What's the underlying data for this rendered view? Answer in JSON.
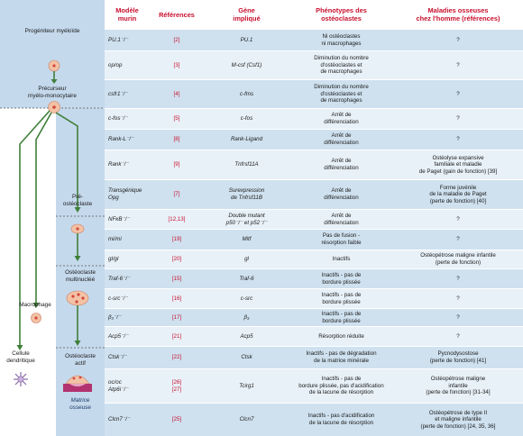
{
  "headers": {
    "model": "Modèle\nmurin",
    "refs": "Références",
    "gene": "Gène\nimpliqué",
    "phenotype": "Phénotypes des\nostéoclastes",
    "disease": "Maladies osseuses\nchez l'homme (références)"
  },
  "lineage": {
    "progenitor": "Progéniteur myéloïde",
    "precursor": "Précurseur\nmyélo-monocytaire",
    "pre_osteoclast": "Pré-\nostéoclaste",
    "multinuclear": "Ostéoclaste\nmultinucléé",
    "macrophage": "Macrophage",
    "dendritic": "Cellule\ndendritique",
    "active": "Ostéoclaste\nactif",
    "matrix": "Matrice\nosseuse"
  },
  "rows": [
    {
      "model": "PU.1⁻/⁻",
      "refs": "[2]",
      "gene": "PU.1",
      "pheno": "Ni ostéoclastes\nni macrophages",
      "disease": "?"
    },
    {
      "model": "op/op",
      "refs": "[3]",
      "gene": "M-csf (Csf1)",
      "pheno": "Diminution du nombre\nd'ostéoclastes et\nde macrophages",
      "disease": "?"
    },
    {
      "model": "csfr1⁻/⁻",
      "refs": "[4]",
      "gene": "c-fms",
      "pheno": "Diminution du nombre\nd'ostéoclastes et\nde macrophages",
      "disease": "?"
    },
    {
      "model": "c-fos⁻/⁻",
      "refs": "[5]",
      "gene": "c-fos",
      "pheno": "Arrêt de\ndifférenciation",
      "disease": "?"
    },
    {
      "model": "Rank-L⁻/⁻",
      "refs": "[8]",
      "gene": "Rank-Ligand",
      "pheno": "Arrêt de\ndifférenciation",
      "disease": "?"
    },
    {
      "model": "Rank⁻/⁻",
      "refs": "[9]",
      "gene": "Tnfrsf11A",
      "pheno": "Arrêt de\ndifférenciation",
      "disease": "Ostéolyse expansive\nfamiliale et maladie\nde Paget (gain de fonction) [39]"
    },
    {
      "model": "Transgénique\nOpg",
      "refs": "[7]",
      "gene": "Surexpression\nde Tnfrsf11B",
      "pheno": "Arrêt de\ndifférenciation",
      "disease": "Forme juvénile\nde la maladie de Paget\n(perte de fonction) [40]"
    },
    {
      "model": "NFκB⁻/⁻",
      "refs": "[12,13]",
      "gene": "Double mutant\np50⁻/⁻ et p52⁻/⁻",
      "pheno": "Arrêt de\ndifférenciation",
      "disease": "?"
    },
    {
      "model": "mi/mi",
      "refs": "[19]",
      "gene": "Mitf",
      "pheno": "Pas de fusion -\nrésorption faible",
      "disease": "?"
    },
    {
      "model": "gl/gl",
      "refs": "[20]",
      "gene": "gl",
      "pheno": "Inactifs",
      "disease": "Ostéopétrose maligne infantile\n(perte de fonction)"
    },
    {
      "model": "Traf-6⁻/⁻",
      "refs": "[15]",
      "gene": "Traf-6",
      "pheno": "Inactifs - pas de\nbordure plissée",
      "disease": "?"
    },
    {
      "model": "c-src⁻/⁻",
      "refs": "[16]",
      "gene": "c-src",
      "pheno": "Inactifs - pas de\nbordure plissée",
      "disease": "?"
    },
    {
      "model": "β₃⁻/⁻",
      "refs": "[17]",
      "gene": "β₃",
      "pheno": "Inactifs - pas de\nbordure plissée",
      "disease": "?"
    },
    {
      "model": "Acp5⁻/⁻",
      "refs": "[21]",
      "gene": "Acp5",
      "pheno": "Résorption réduite",
      "disease": "?"
    },
    {
      "model": "Ctsk⁻/⁻",
      "refs": "[22]",
      "gene": "Ctsk",
      "pheno": "Inactifs - pas de dégradation\nde la matrice minérale",
      "disease": "Pycnodysostose\n(perte de fonction) [41]"
    },
    {
      "model": "oc/oc\nAtp6i⁻/⁻",
      "refs": "[26]\n[27]",
      "gene": "Tcirg1",
      "pheno": "Inactifs - pas de\nbordure plissée, pas d'acidification\nde la lacune de résorption",
      "disease": "Ostéopétrose maligne\ninfantile\n(perte de fonction) [31-34]"
    },
    {
      "model": "Clcn7⁻/⁻",
      "refs": "[25]",
      "gene": "Clcn7",
      "pheno": "Inactifs - pas d'acidification\nde la lacune de résorption",
      "disease": "Ostéopétrose de type II\net maligne infantile\n(perte de fonction) [24, 35, 36]"
    }
  ]
}
